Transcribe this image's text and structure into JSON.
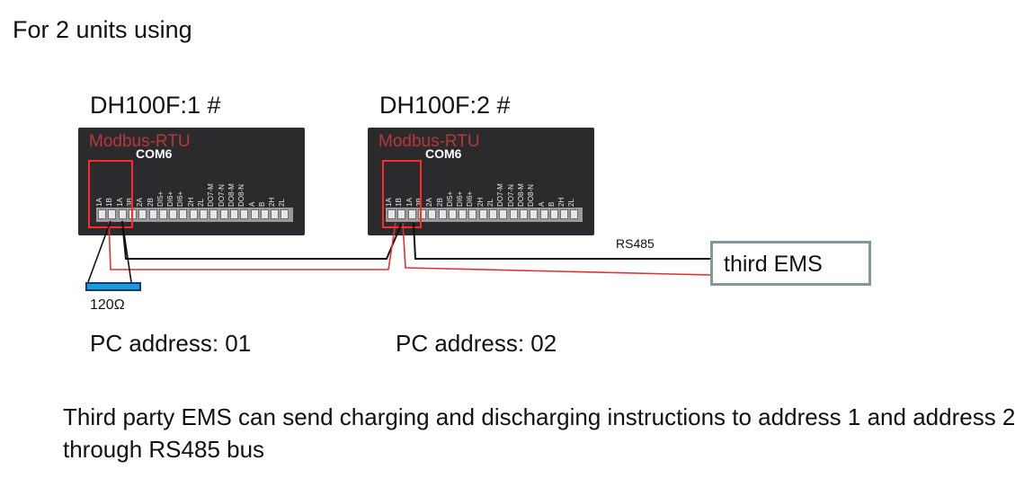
{
  "heading": "For 2 units using",
  "units": [
    {
      "title": "DH100F:1 #",
      "modbus_label": "Modbus-RTU",
      "port_label": "COM6",
      "pc_address": "PC address: 01"
    },
    {
      "title": "DH100F:2 #",
      "modbus_label": "Modbus-RTU",
      "port_label": "COM6",
      "pc_address": "PC address: 02"
    }
  ],
  "pin_labels": [
    "1A",
    "1B",
    "1A",
    "3B",
    "2A",
    "2B",
    "DI5+",
    "DI6+",
    "DI6+",
    "2H",
    "2L",
    "DO7-M",
    "DO7-N",
    "DO8-M",
    "DO8-N",
    "A",
    "B",
    "2H",
    "2L"
  ],
  "bus_label": "RS485",
  "resistor_label": "120Ω",
  "ems_label": "third EMS",
  "description": "Third party EMS can send charging and discharging instructions to address 1 and address 2 through RS485 bus",
  "colors": {
    "wire_a": "#e03030",
    "wire_b": "#111111",
    "highlight": "#ff2a2a",
    "resistor_fill": "#1e9ad6",
    "ems_border": "#7f9999",
    "device_body": "#2b2b2e"
  }
}
